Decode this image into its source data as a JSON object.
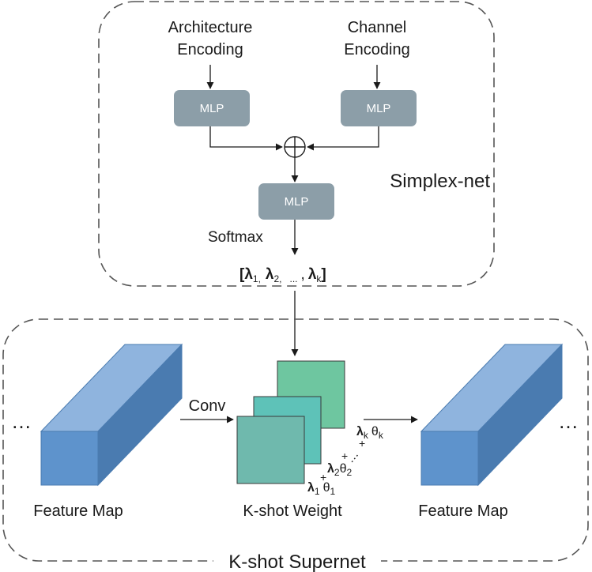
{
  "simplex_net": {
    "title": "Simplex-net",
    "architecture_encoding": [
      "Architecture",
      "Encoding"
    ],
    "channel_encoding": [
      "Channel",
      "Encoding"
    ],
    "mlp_label": "MLP",
    "softmax_label": "Softmax",
    "lambda_vector": {
      "open": "[",
      "l1": "λ",
      "s1": "1,",
      "l2": "λ",
      "s2": "2,",
      "dots": "...",
      "comma": ",",
      "lk": "λ",
      "sk": "k",
      "close": "]"
    }
  },
  "supernet": {
    "title": "K-shot Supernet",
    "left_map_label": "Feature Map",
    "right_map_label": "Feature Map",
    "weight_label": "K-shot Weight",
    "conv_label": "Conv",
    "ellipsis_left": "…",
    "ellipsis_right": "…",
    "terms": {
      "k_lambda": "λ",
      "k_lambda_sub": "k",
      "k_theta": "θ",
      "k_theta_sub": "k",
      "two_lambda": "λ",
      "two_lambda_sub": "2",
      "two_theta": "θ",
      "two_theta_sub": "2",
      "one_lambda": "λ",
      "one_lambda_sub": "1",
      "one_theta": "θ",
      "one_theta_sub": "1",
      "plus": "+",
      "dots": "⋮"
    }
  },
  "colors": {
    "mlp_box": "#8c9ea8",
    "cuboid_front": "#5e93cc",
    "cuboid_top": "#8fb4de",
    "cuboid_side": "#4a7bb0",
    "weight_back": "#6ec6a0",
    "weight_mid": "#5ec2b8",
    "weight_front": "#6fb9ad",
    "dash": "#555555"
  }
}
